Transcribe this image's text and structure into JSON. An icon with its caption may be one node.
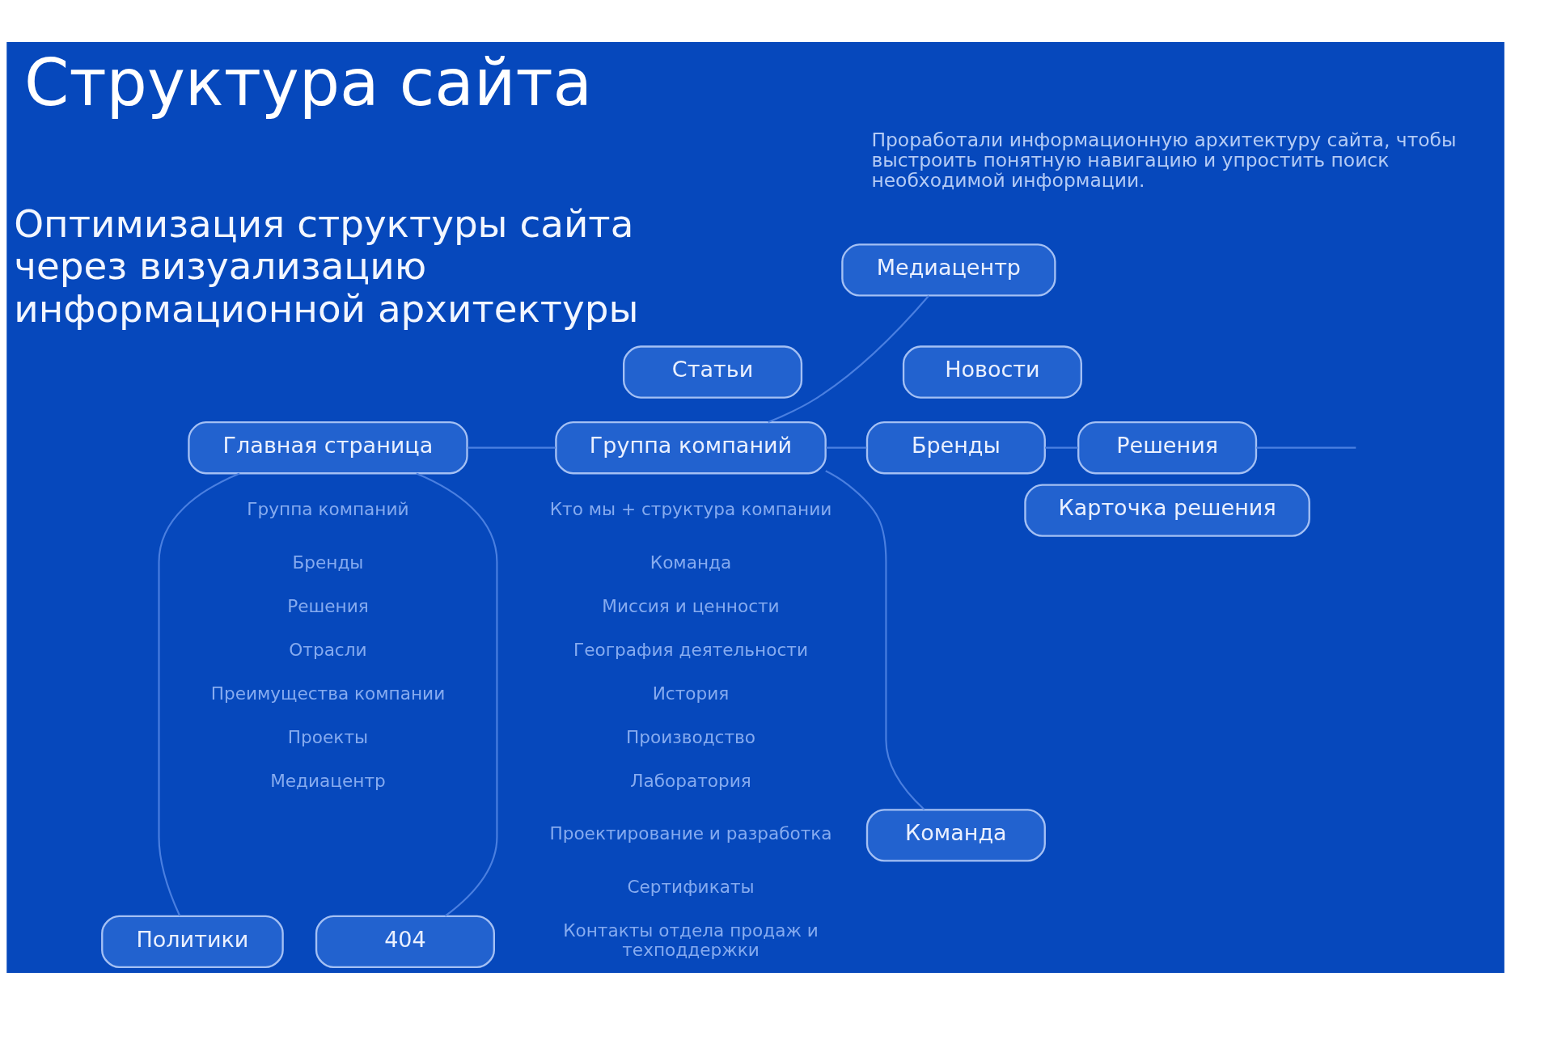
{
  "diagram": {
    "title": "Структура сайта",
    "nodes": [
      {
        "text": [
          "Медиацентр"
        ]
      },
      {
        "text": [
          "Статьи"
        ]
      },
      {
        "text": [
          "Новости"
        ]
      },
      {
        "text": [
          "Главная страница"
        ],
        "beside": [
          "Группа компаний",
          "Бренды",
          "Решения",
          "Отрасли",
          "Преимущества компании",
          "Проекты",
          "Медиацентр"
        ]
      },
      {
        "text": [
          "Группа компаний"
        ],
        "beside": [
          "Кто мы + структура компании",
          "Команда",
          "Миссия и ценности",
          "География деятельности",
          "История",
          "Производство",
          "Лаборатория",
          "Проектирование и разработка",
          "Сертификаты",
          "Контакты отдела продаж и техподдержки"
        ]
      },
      {
        "text": [
          "Бренды"
        ]
      },
      {
        "text": [
          "Решения"
        ]
      },
      {
        "text": [
          "Карточка решения"
        ]
      },
      {
        "text": [
          "Команда"
        ]
      },
      {
        "text": [
          "Политики"
        ]
      },
      {
        "text": [
          "404"
        ]
      }
    ],
    "edges": [
      {
        "from": 3,
        "to": 4,
        "arrow": "none"
      },
      {
        "from": 4,
        "to": 5,
        "arrow": "none"
      },
      {
        "from": 5,
        "to": 6,
        "arrow": "none"
      },
      {
        "from": 6,
        "to": null,
        "arrow": "none"
      },
      {
        "from": 4,
        "to": 0,
        "arrow": "none"
      },
      {
        "from": 4,
        "to": 8,
        "arrow": "none"
      },
      {
        "from": 3,
        "to": 9,
        "arrow": "none"
      },
      {
        "from": 3,
        "to": 10,
        "arrow": "none"
      }
    ],
    "labels": [
      "Проработали информационную архитектуру сайта, чтобы выстроить понятную навигацию и упростить поиск необходимой информации.",
      "Оптимизация структуры сайта через визуализацию информационной архитектуры"
    ]
  }
}
